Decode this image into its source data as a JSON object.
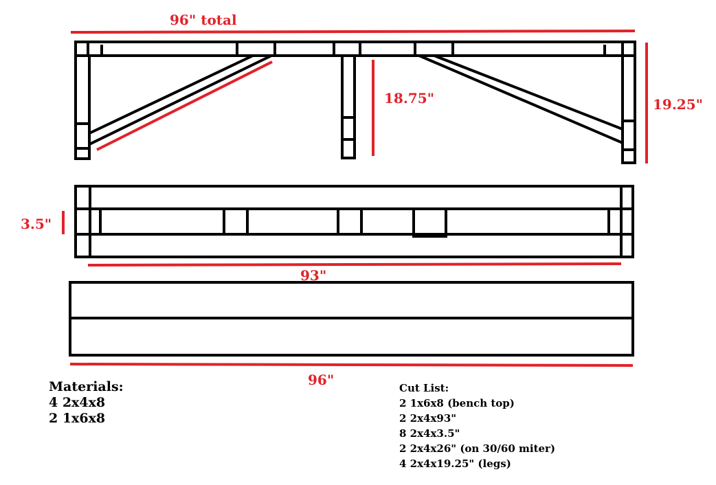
{
  "dimensions": {
    "overall_length": "96\" total",
    "center_leg_height": "18.75\"",
    "end_leg_height": "19.25\"",
    "board_width": "3.5\"",
    "rail_length": "93\"",
    "top_length": "96\""
  },
  "materials": {
    "heading": "Materials:",
    "items": [
      "4 2x4x8",
      "2 1x6x8"
    ]
  },
  "cut_list": {
    "heading": "Cut List:",
    "items": [
      "2 1x6x8 (bench top)",
      "2 2x4x93\"",
      "8 2x4x3.5\"",
      "2 2x4x26\" (on 30/60 miter)",
      "4 2x4x19.25\" (legs)"
    ]
  },
  "colors": {
    "outline": "#000000",
    "dimension": "#e0232a",
    "background": "#ffffff"
  }
}
